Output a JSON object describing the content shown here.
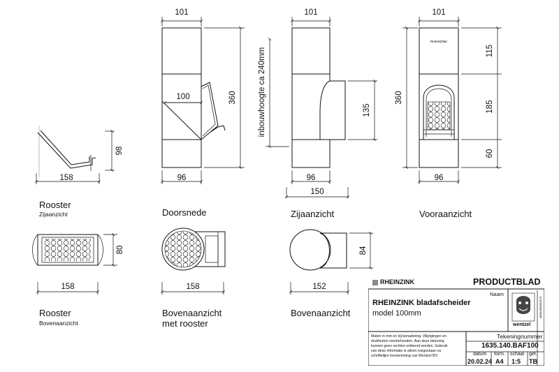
{
  "views": {
    "rooster_side": {
      "title": "Rooster",
      "subtitle": "Zijaanzicht",
      "dim_width": "158",
      "dim_height": "98"
    },
    "doorsnede": {
      "title": "Doorsnede",
      "dim_top": "101",
      "dim_inner": "100",
      "dim_height": "360",
      "dim_bottom": "96"
    },
    "zijaanzicht": {
      "title": "Zijaanzicht",
      "dim_top": "101",
      "dim_install": "inbouwhoogte ca 240mm",
      "dim_opening": "135",
      "dim_bottom": "96",
      "dim_overall": "150"
    },
    "vooraanzicht": {
      "title": "Vooraanzicht",
      "dim_top": "101",
      "dim_height": "360",
      "dim_seg1": "115",
      "dim_seg2": "185",
      "dim_seg3": "60",
      "dim_bottom": "96",
      "brand_small": "RHEINZINK"
    },
    "rooster_top": {
      "title": "Rooster",
      "subtitle": "Bovenaanzicht",
      "dim_width": "158",
      "dim_height": "80"
    },
    "bovenaanzicht_rooster": {
      "title_line1": "Bovenaanzicht",
      "title_line2": "met rooster",
      "dim_width": "158"
    },
    "bovenaanzicht": {
      "title": "Bovenaanzicht",
      "dim_width": "152",
      "dim_height": "84"
    }
  },
  "titleblock": {
    "brand": "RHEINZINK",
    "doc_type": "PRODUCTBLAD",
    "naam_label": "Naam",
    "product_line1": "RHEINZINK bladafscheider",
    "product_line2": "model 100mm",
    "disclaimer": [
      "Maten in mm en bij benadering. Wijzigingen en",
      "drukfouten voorbehouden. Aan deze tekening",
      "kunnen geen rechten ontleend worden. Gebruik",
      "van deze informatie is alleen toegestaan na",
      "schriftelijke toestemming van Wentzel BV."
    ],
    "tekeningnummer_label": "Tekeningnummer",
    "tekeningnummer": "1635.140.BAF100",
    "datum_label": "datum",
    "datum": "20.02.24",
    "form_label": "form.",
    "form": "A4",
    "schaal_label": "schaal",
    "schaal": "1:5",
    "get_label": "get.",
    "get": "TB",
    "logo_text": "wentzel",
    "side_text": "www.wentzel.nl"
  }
}
